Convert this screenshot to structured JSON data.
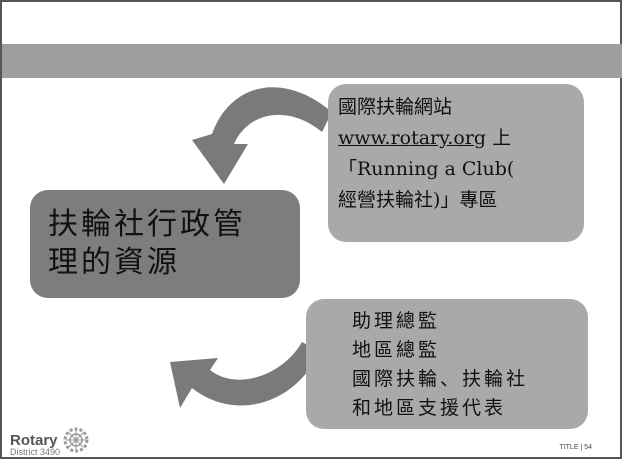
{
  "main_box": {
    "lines": [
      "扶輪社行政管",
      "理的資源"
    ]
  },
  "website_box": {
    "line1": "國際扶輪網站",
    "url": "www.rotary.org",
    "url_suffix": " 上",
    "line3": "「Running a Club(",
    "line4": "經營扶輪社)」專區"
  },
  "support_box": {
    "lines": [
      "助理總監",
      "地區總監",
      "國際扶輪、扶輪社",
      "和地區支援代表"
    ]
  },
  "footer": {
    "logo_word": "Rotary",
    "district": "District 3490",
    "slide_number": "TITLE | 54"
  },
  "colors": {
    "band": "#9e9e9e",
    "main_box": "#7d7d7d",
    "side_boxes": "#a9a9a9",
    "arrows": "#7a7a7a"
  }
}
